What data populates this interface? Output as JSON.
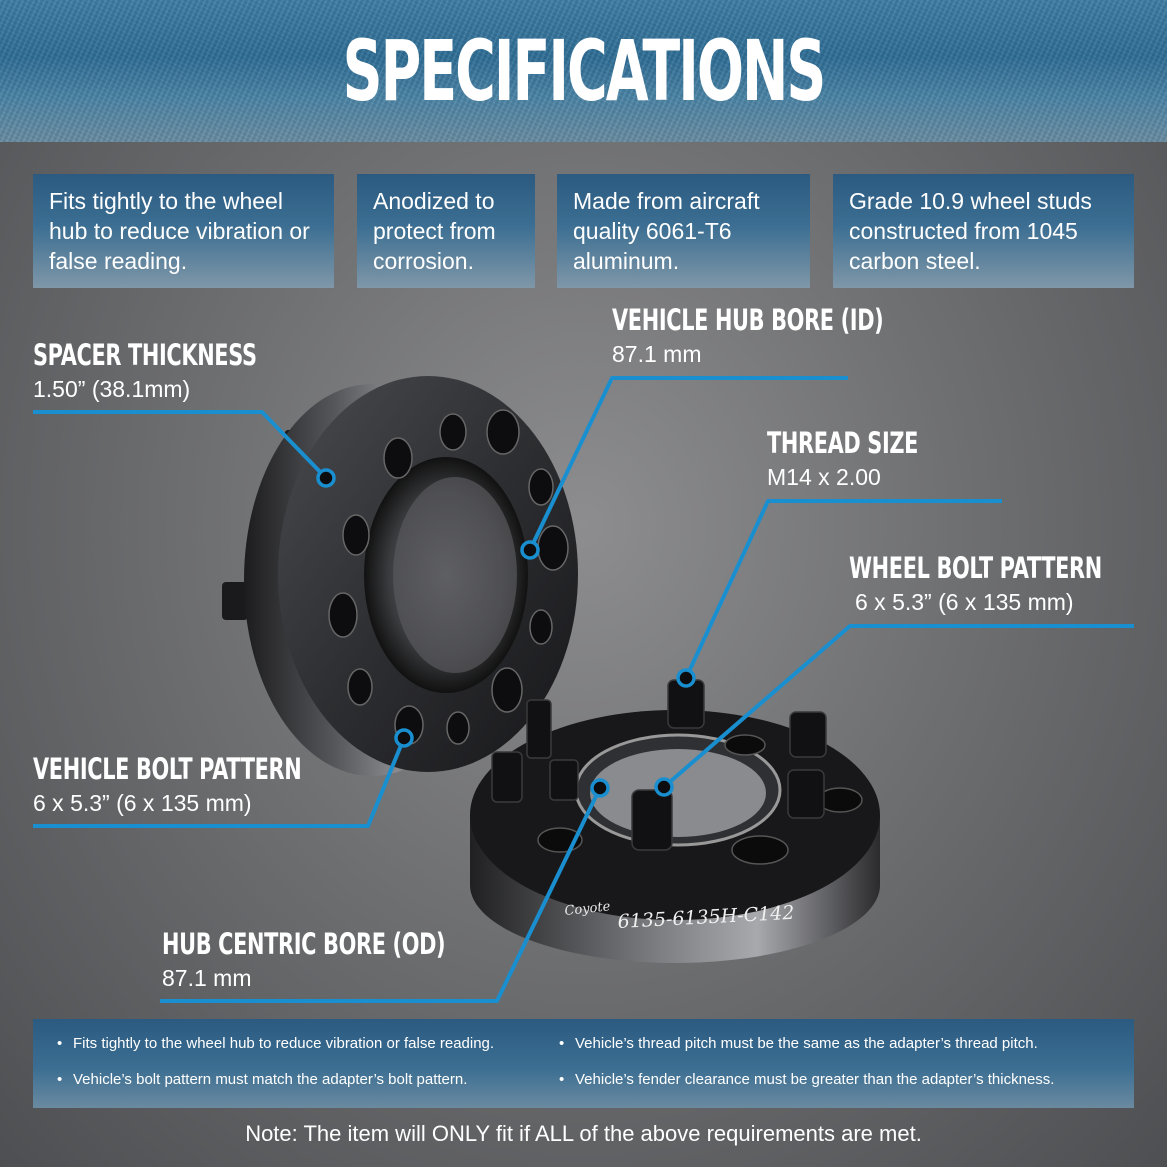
{
  "header": {
    "title": "SPECIFICATIONS"
  },
  "features": [
    {
      "text": "Fits tightly to the wheel hub to reduce vibration or false reading."
    },
    {
      "text": "Anodized to protect from corrosion."
    },
    {
      "text": "Made from aircraft quality 6061-T6 aluminum."
    },
    {
      "text": "Grade 10.9 wheel studs constructed from 1045 carbon steel."
    }
  ],
  "specs": {
    "spacer_thickness": {
      "label": "SPACER THICKNESS",
      "value": "1.50” (38.1mm)"
    },
    "vehicle_hub_bore": {
      "label": "VEHICLE HUB BORE (ID)",
      "value": "87.1 mm"
    },
    "thread_size": {
      "label": "THREAD SIZE",
      "value": "M14 x 2.00"
    },
    "wheel_bolt_pattern": {
      "label": "WHEEL BOLT PATTERN",
      "value": "6 x 5.3” (6 x 135 mm)"
    },
    "vehicle_bolt_pattern": {
      "label": "VEHICLE BOLT PATTERN",
      "value": "6 x 5.3” (6 x 135 mm)"
    },
    "hub_centric_bore": {
      "label": "HUB CENTRIC BORE (OD)",
      "value": "87.1 mm"
    }
  },
  "product": {
    "brand": "Coyote",
    "part_number": "6135-6135H-C142"
  },
  "requirements": [
    "Fits tightly to the wheel hub to reduce vibration or false reading.",
    "Vehicle’s bolt pattern must match the adapter’s bolt pattern.",
    "Vehicle’s thread pitch must be the same as the adapter’s thread pitch.",
    "Vehicle’s fender clearance must be greater than the adapter’s thickness."
  ],
  "note": "Note: The item will ONLY fit if ALL of the above requirements are met.",
  "colors": {
    "accent": "#1a8fd0",
    "header": "#2f6f98",
    "background": "#6f7072"
  }
}
